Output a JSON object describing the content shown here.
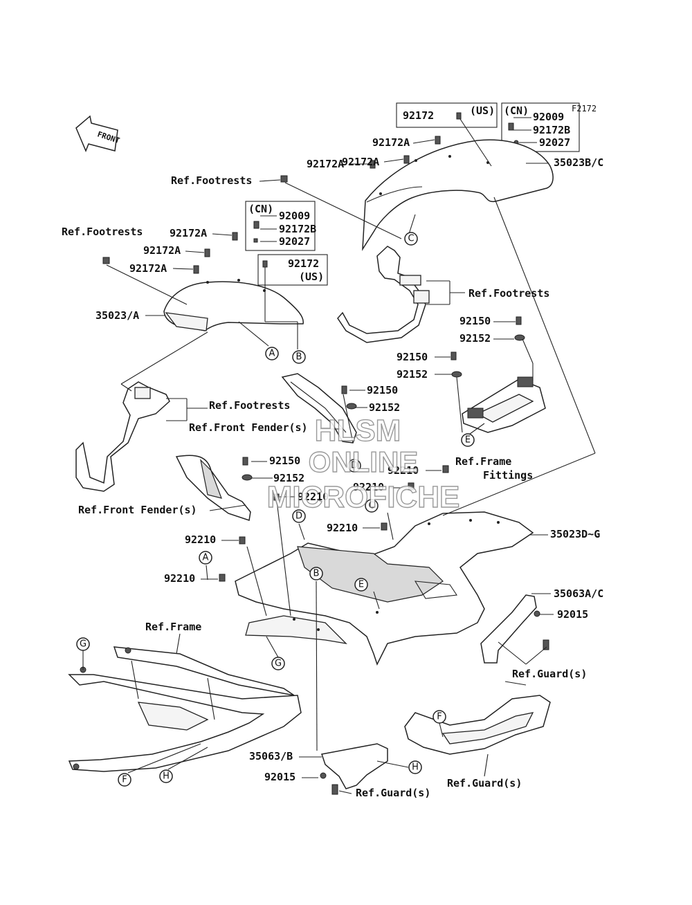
{
  "diagram_code": "F2172",
  "front_arrow": "FRONT",
  "watermark": [
    "HLSM",
    "ONLINE",
    "MICROFICHE"
  ],
  "boxes": {
    "top_us": {
      "part": "92172",
      "region": "(US)"
    },
    "top_cn": {
      "region": "(CN)",
      "parts": [
        "92009",
        "92172B",
        "92027"
      ]
    },
    "left_cn": {
      "region": "(CN)",
      "parts": [
        "92009",
        "92172B",
        "92027"
      ]
    },
    "left_us": {
      "part": "92172",
      "region": "(US)"
    }
  },
  "labels": {
    "p92172a_1": "92172A",
    "p92172a_2": "92172A",
    "p92172a_3": "92172A",
    "p92172a_4": "92172A",
    "p92172a_5": "92172A",
    "p92172a_6": "92172A",
    "p35023bc": "35023B/C",
    "ref_footrests_1": "Ref.Footrests",
    "ref_footrests_2": "Ref.Footrests",
    "ref_footrests_3": "Ref.Footrests",
    "ref_footrests_4": "Ref.Footrests",
    "p35023a": "35023/A",
    "p92150_1": "92150",
    "p92152_1": "92152",
    "p92150_2": "92150",
    "p92152_2": "92152",
    "p92150_3": "92150",
    "p92152_3": "92152",
    "p92150_4": "92150",
    "p92152_4": "92152",
    "ref_front_fender_1": "Ref.Front Fender(s)",
    "ref_front_fender_2": "Ref.Front Fender(s)",
    "ref_frame_fittings_1": "Ref.Frame",
    "ref_frame_fittings_2": "Fittings",
    "p92210_1": "92210",
    "p92210_2": "92210",
    "p92210_3": "92210",
    "p92210_4": "92210",
    "p92210_5": "92210",
    "p92210_6": "92210",
    "p35023dg": "35023D~G",
    "p35063ac": "35063A/C",
    "p92015_1": "92015",
    "ref_frame": "Ref.Frame",
    "ref_guard_1": "Ref.Guard(s)",
    "ref_guard_2": "Ref.Guard(s)",
    "ref_guard_3": "Ref.Guard(s)",
    "p35063b": "35063/B",
    "p92015_2": "92015"
  },
  "callouts": {
    "a1": "A",
    "a2": "A",
    "b1": "B",
    "b2": "B",
    "c1": "C",
    "c2": "C",
    "d1": "D",
    "d2": "D",
    "e1": "E",
    "e2": "E",
    "f1": "F",
    "f2": "F",
    "g1": "G",
    "g2": "G",
    "h1": "H",
    "h2": "H"
  }
}
